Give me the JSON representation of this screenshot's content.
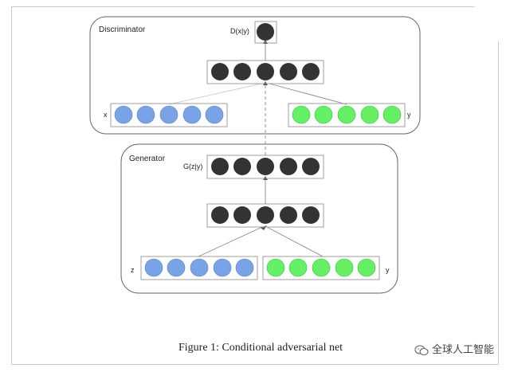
{
  "discriminator": {
    "title": "Discriminator",
    "output_label": "D(x|y)",
    "input_x_label": "x",
    "input_y_label": "y"
  },
  "generator": {
    "title": "Generator",
    "output_label": "G(z|y)",
    "input_z_label": "z",
    "input_y_label": "y"
  },
  "caption": "Figure 1: Conditional adversarial net",
  "watermark": "全球人工智能",
  "colors": {
    "dark_node": "#333333",
    "blue_node": "#7aa3e6",
    "green_node": "#66ee66",
    "frame": "#666666"
  }
}
